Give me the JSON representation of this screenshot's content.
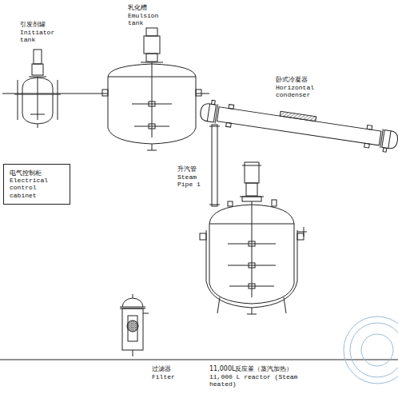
{
  "diagram": {
    "nodes": [
      {
        "text": [
          "电气控制柜",
          "Electrical control cabinet"
        ]
      }
    ],
    "labels": [
      "引发剂罐",
      "Initiator tank",
      "乳化槽",
      "Emulsion tank",
      "卧式冷凝器",
      "Horizontal condenser",
      "升汽管",
      "Steam Pipe 1",
      "过滤器",
      "Filter",
      "11,000L反应釜（蒸汽加热）",
      "11,000 L reactor (Steam heated)"
    ]
  }
}
